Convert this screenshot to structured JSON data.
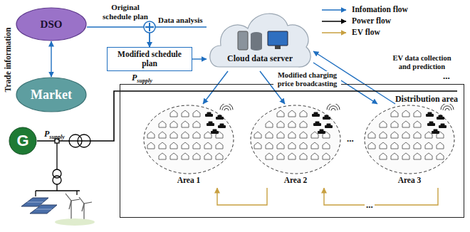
{
  "diagram": {
    "nodes": [
      {
        "text": [
          "DSO"
        ]
      },
      {
        "text": [
          "Market"
        ]
      },
      {
        "text": [
          "Modified schedule plan"
        ]
      },
      {
        "text": [
          "Cloud data server"
        ]
      },
      {
        "text": [
          "Distribution area"
        ]
      },
      {
        "text": [
          "Area 1"
        ],
        "in": 4
      },
      {
        "text": [
          "Area 2"
        ],
        "in": 4
      },
      {
        "text": [
          "Area 3"
        ],
        "in": 4
      },
      {
        "text": [
          "G"
        ]
      }
    ],
    "edges": [
      {
        "from": 0,
        "to": 1,
        "arrow": "both",
        "label": "Trade information"
      },
      {
        "from": 0,
        "to": 2,
        "arrow": "to",
        "label": "Original schedule plan"
      },
      {
        "from": 3,
        "to": 2,
        "arrow": "to",
        "label": "Data analysis"
      },
      {
        "from": 2,
        "to": 3,
        "arrow": "to"
      },
      {
        "from": 3,
        "to": 5,
        "arrow": "to"
      },
      {
        "from": 3,
        "to": 6,
        "arrow": "to"
      },
      {
        "from": 3,
        "to": 7,
        "arrow": "to"
      },
      {
        "from": 7,
        "to": 3,
        "arrow": "to"
      },
      {
        "from": 6,
        "to": 5,
        "arrow": "to"
      },
      {
        "from": 7,
        "to": 6,
        "arrow": "to"
      },
      {
        "from": 8,
        "to": 4,
        "arrow": "none"
      }
    ],
    "labels": [
      "Modified charging price broadcasting",
      "EV data collection and prediction",
      "P",
      "supply",
      "P",
      "supply",
      "...",
      "...",
      "..."
    ],
    "legend": [
      {
        "text": "Infomation flow"
      },
      {
        "text": "Power flow"
      },
      {
        "text": "EV flow"
      }
    ]
  }
}
